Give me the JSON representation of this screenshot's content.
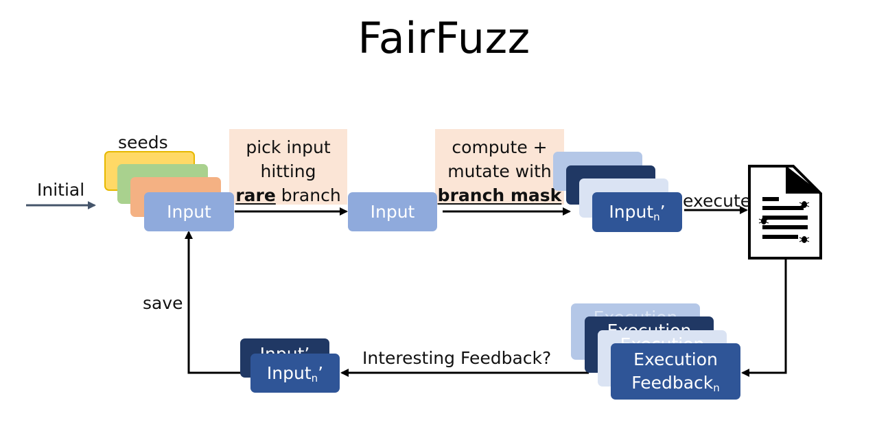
{
  "title": "FairFuzz",
  "labels": {
    "initial": "Initial",
    "seeds": "seeds",
    "execute": "execute",
    "save": "save",
    "interesting": "Interesting Feedback?"
  },
  "step1": {
    "line1": "pick input",
    "line2": "hitting",
    "emph": "rare",
    "rest": " branch"
  },
  "step2": {
    "line1": "compute +",
    "line2": "mutate with",
    "emph": "branch mask"
  },
  "cards": {
    "seed_input": "Input",
    "picked_input": "Input",
    "mutant_base": "Input",
    "mutant_sub": "n",
    "mutant_prime": "’",
    "saved_base": "Input",
    "saved_sub": "n",
    "saved_prime": "’",
    "feedback_line1": "Execution",
    "feedback_line2": "Feedback",
    "feedback_sub": "n",
    "ghost_execution": "Execution",
    "ghost_input": "Input",
    "ghost_input_prime": "’"
  },
  "colors": {
    "seed_yellow": "#ffd966",
    "seed_yellow_border": "#e6b800",
    "seed_green": "#a9d18e",
    "seed_orange": "#f4b183",
    "light_blue": "#8faadc",
    "pale_blue": "#dae3f3",
    "soft_blue": "#b4c7e7",
    "navy": "#203864",
    "mid_blue": "#2f5597",
    "note_bg": "#fbe5d6"
  }
}
